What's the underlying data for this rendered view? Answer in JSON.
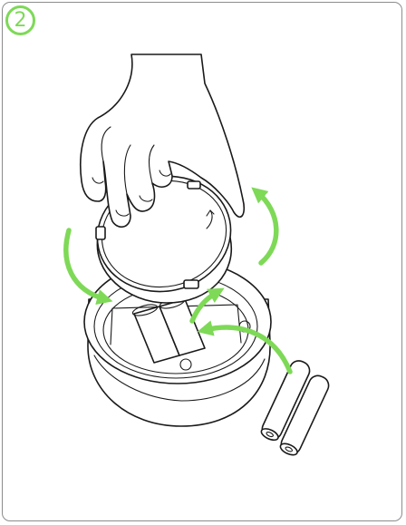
{
  "step": {
    "number": "2"
  },
  "colors": {
    "accent": "#7ed957",
    "frame": "#8c8c8c",
    "ink": "#1a1a1a"
  },
  "icons": [
    "step-number-badge",
    "curved-arrow",
    "AA-battery"
  ]
}
